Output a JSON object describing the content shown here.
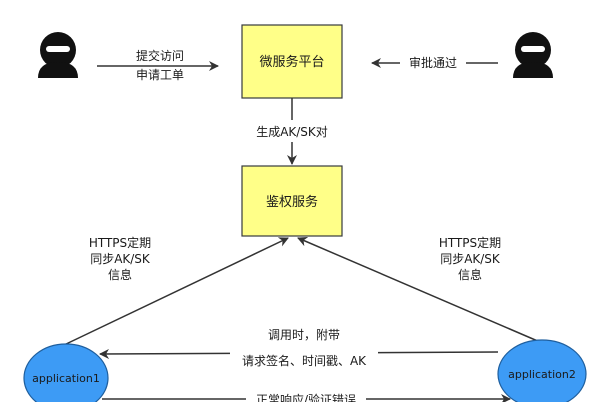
{
  "nodes": {
    "platform": "微服务平台",
    "auth": "鉴权服务",
    "app1": "application1",
    "app2": "application2"
  },
  "edges": {
    "submit": [
      "提交访问",
      "申请工单"
    ],
    "approve": "审批通过",
    "generate": "生成AK/SK对",
    "sync_left": [
      "HTTPS定期",
      "同步AK/SK",
      "信息"
    ],
    "sync_right": [
      "HTTPS定期",
      "同步AK/SK",
      "信息"
    ],
    "call": [
      "调用时，附带",
      "请求签名、时间戳、AK"
    ],
    "response": "正常响应/验证错误"
  },
  "colors": {
    "box_fill": "#ffff88",
    "box_stroke": "#36393d",
    "ellipse_fill": "#3d9bf5",
    "ellipse_stroke": "#1f5f9e",
    "line": "#333333",
    "person": "#111111"
  },
  "icons": {
    "requester": "user-icon",
    "approver": "user-icon"
  }
}
